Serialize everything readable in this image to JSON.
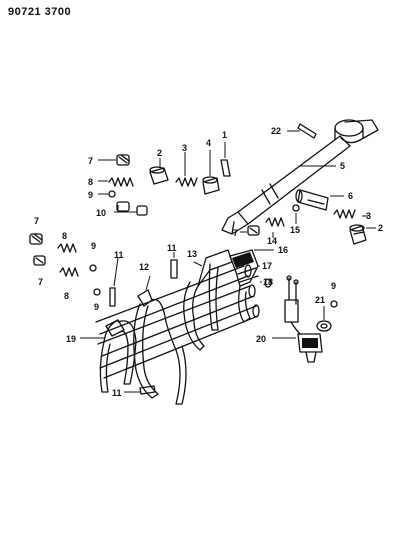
{
  "header": {
    "code": "90721 3700"
  },
  "callouts": {
    "c22": "22",
    "c1": "1",
    "c4": "4",
    "c3a": "3",
    "c2a": "2",
    "c5": "5",
    "c7a": "7",
    "c8a": "8",
    "c9a": "9",
    "c10": "10",
    "c6": "6",
    "c3b": "3",
    "c2b": "2",
    "c15": "15",
    "c14": "14",
    "c7b": "7",
    "c16": "16",
    "c17": "17",
    "c18": "18",
    "c7c": "7",
    "c8b": "8",
    "c9b": "9",
    "c8c": "8",
    "c7d": "7",
    "c9c": "9",
    "c11a": "11",
    "c12": "12",
    "c11b": "11",
    "c13": "13",
    "c19": "19",
    "c11c": "11",
    "c20": "20",
    "c21": "21",
    "c9d": "9"
  }
}
